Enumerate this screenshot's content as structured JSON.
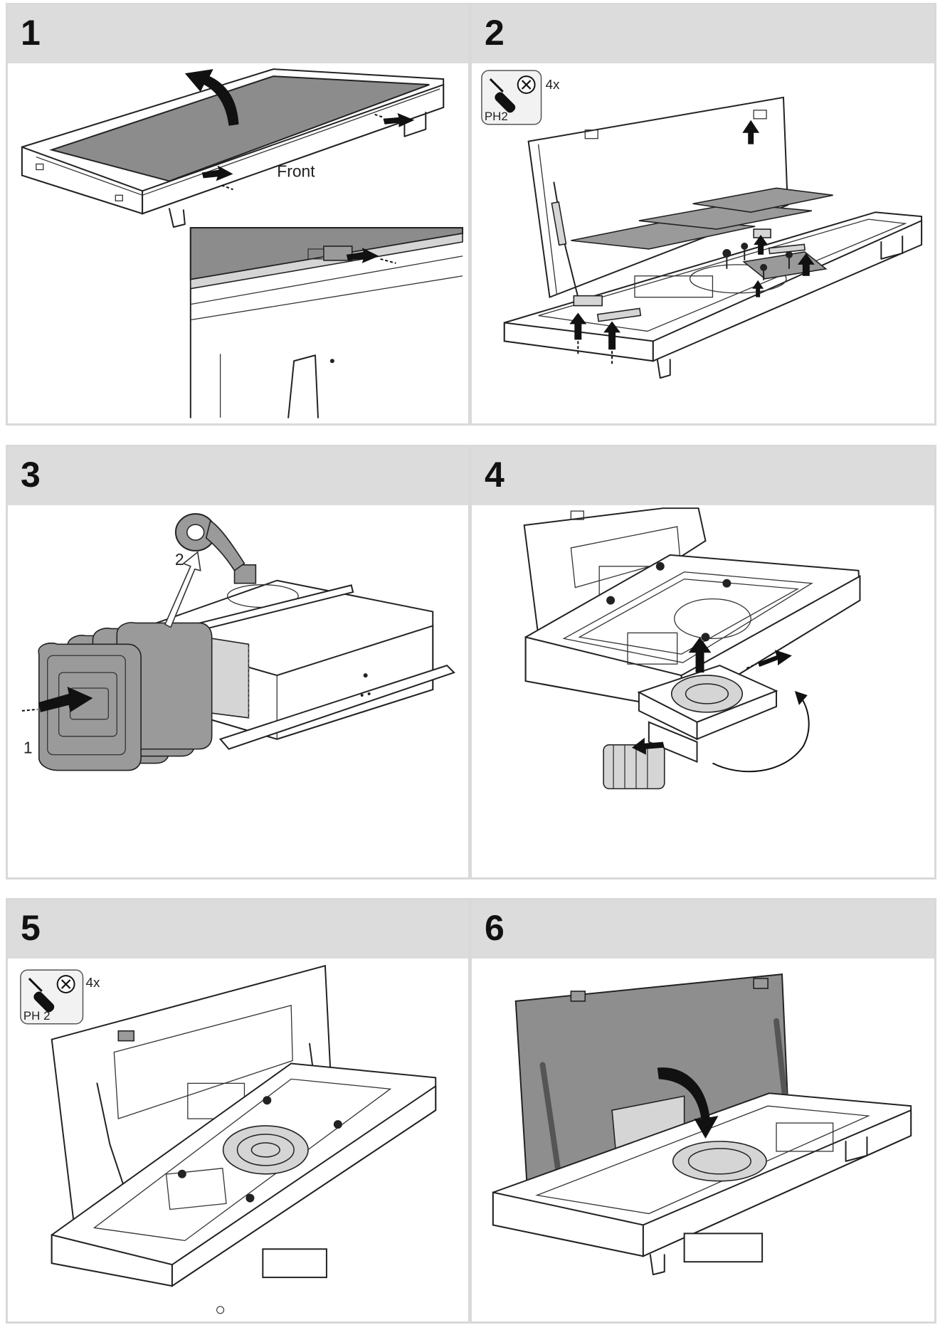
{
  "panels": [
    {
      "number": "1",
      "label": "Front"
    },
    {
      "number": "2",
      "tool": "PH2",
      "quantity": "4x"
    },
    {
      "number": "3",
      "steps": [
        "1",
        "2"
      ]
    },
    {
      "number": "4"
    },
    {
      "number": "5",
      "tool": "PH 2",
      "quantity": "4x"
    },
    {
      "number": "6"
    }
  ],
  "colors": {
    "header_bg": "#dcdcdc",
    "border": "#d9d9d9",
    "glass": "#8c8c8c"
  },
  "icons": [
    "screwdriver-icon",
    "phillips-head-icon",
    "arrow-icon"
  ]
}
